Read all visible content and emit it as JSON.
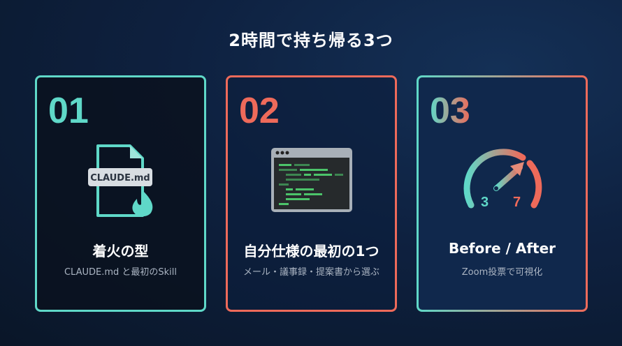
{
  "title": "2時間で持ち帰る3つ",
  "cards": [
    {
      "number": "01",
      "heading": "着火の型",
      "sub": "CLAUDE.md と最初のSkill",
      "icon_label": "CLAUDE.md"
    },
    {
      "number": "02",
      "heading": "自分仕様の最初の1つ",
      "sub": "メール・議事録・提案書から選ぶ"
    },
    {
      "number": "03",
      "heading": "Before / After",
      "sub": "Zoom投票で可視化",
      "gauge_before": "3",
      "gauge_after": "7"
    }
  ],
  "colors": {
    "teal": "#5fd8c8",
    "coral": "#ee6a5a"
  }
}
